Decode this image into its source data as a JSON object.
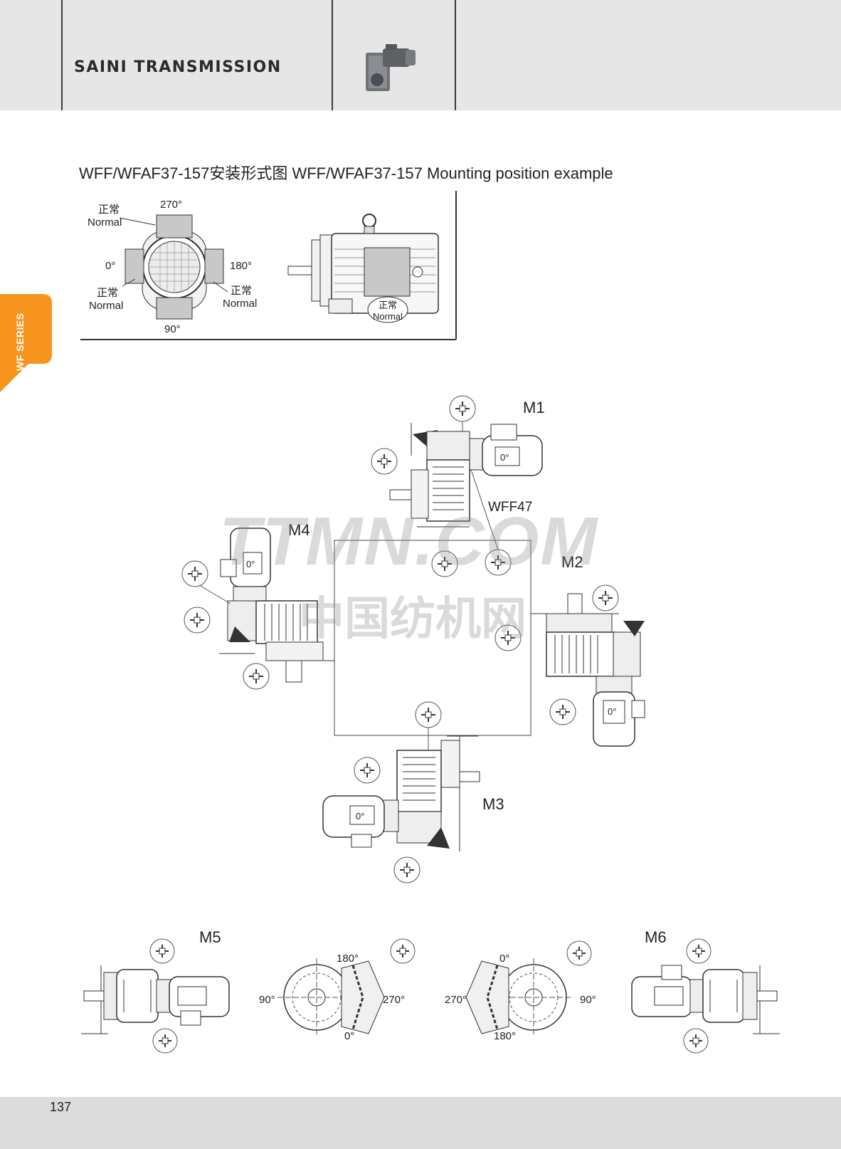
{
  "header": {
    "brand": "SAINI TRANSMISSION"
  },
  "section_title": "WFF/WFAF37-157安装形式图 WFF/WFAF37-157 Mounting position example",
  "side_tab": {
    "label": "WF SERIES",
    "color": "#f7941d"
  },
  "terminal_box_diagram": {
    "angles": {
      "a270": "270°",
      "a0": "0°",
      "a180": "180°",
      "a90": "90°"
    },
    "normal_labels": [
      {
        "cn": "正常",
        "en": "Normal"
      },
      {
        "cn": "正常",
        "en": "Normal"
      },
      {
        "cn": "正常",
        "en": "Normal"
      },
      {
        "cn": "正常",
        "en": "Normal"
      }
    ]
  },
  "positions": {
    "M1": "M1",
    "M2": "M2",
    "M3": "M3",
    "M4": "M4",
    "M5": "M5",
    "M6": "M6",
    "model": "WFF47",
    "box_angle": "0°"
  },
  "bottom_views": {
    "left": {
      "top": "180°",
      "left": "90°",
      "right": "270°",
      "bottom": "0°"
    },
    "right": {
      "top": "0°",
      "left": "270°",
      "right": "90°",
      "bottom": "180°"
    }
  },
  "watermark": {
    "line1": "TTMN.COM",
    "line2": "中国纺机网"
  },
  "footer": {
    "page_number": "137"
  },
  "colors": {
    "header_bg": "#e6e6e7",
    "footer_bg": "#dcdcdd",
    "accent": "#f7941d"
  }
}
